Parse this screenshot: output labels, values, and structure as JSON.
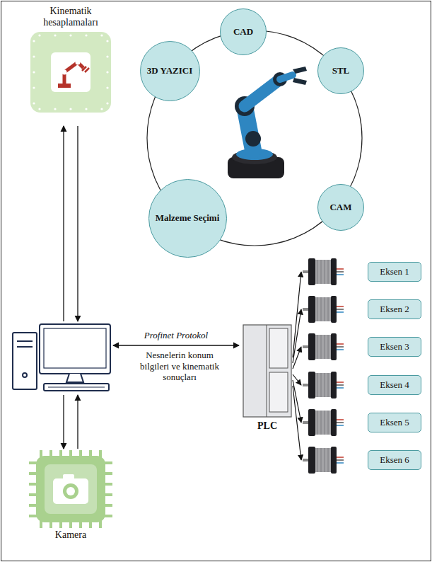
{
  "diagram": {
    "nodes": [
      {
        "text": [
          "CAD"
        ]
      },
      {
        "text": [
          "3D YAZICI"
        ]
      },
      {
        "text": [
          "STL"
        ]
      },
      {
        "text": [
          "Kinematik hesaplamaları"
        ]
      },
      {
        "text": [
          "Malzeme Seçimi"
        ]
      },
      {
        "text": [
          "CAM"
        ]
      },
      {
        "text": [
          "PLC"
        ]
      },
      {
        "text": [
          "Eksen 1"
        ]
      },
      {
        "text": [
          "Eksen 2"
        ]
      },
      {
        "text": [
          "Eksen 3"
        ]
      },
      {
        "text": [
          "Eksen 4"
        ]
      },
      {
        "text": [
          "Eksen 5"
        ]
      },
      {
        "text": [
          "Eksen 6"
        ]
      },
      {
        "text": [
          "Kamera"
        ]
      }
    ],
    "labels": [
      "Profinet Protokol",
      "Nesnelerin konum bilgileri ve kinematik sonuçları"
    ]
  }
}
